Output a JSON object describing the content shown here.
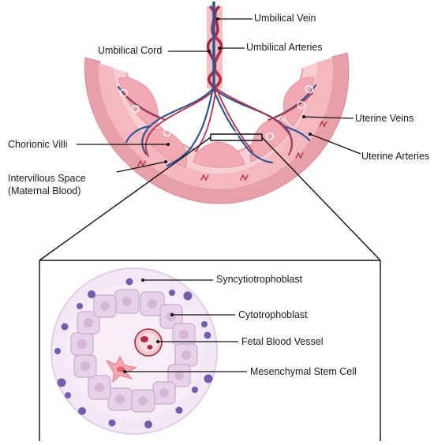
{
  "placenta_labels": {
    "umbilical_vein": "Umbilical Vein",
    "umbilical_cord": "Umbilical Cord",
    "umbilical_arteries": "Umbilical Arteries",
    "uterine_veins": "Uterine Veins",
    "uterine_arteries": "Uterine Arteries",
    "chorionic_villi": "Chorionic Villi",
    "intervillous_space_line1": "Intervillous Space",
    "intervillous_space_line2": "(Maternal Blood)"
  },
  "villus_labels": {
    "syncytiotrophoblast": "Syncytiotrophoblast",
    "cytotrophoblast": "Cytotrophoblast",
    "fetal_blood_vessel": "Fetal Blood Vessel",
    "mesenchymal_stem_cell": "Mesenchymal Stem Cell"
  },
  "colors": {
    "outer_wall": "#e79aa3",
    "inner_wall": "#f7c9cc",
    "tissue": "#f4b4bb",
    "vein_blue": "#2f5597",
    "artery_red": "#b8334a",
    "cell_fill": "#e6d2e6",
    "cell_stroke": "#c9a7cb",
    "nucleus": "#d7b8d8",
    "syncytio_ring": "#f1e6f4",
    "purple_dot": "#6f5fb0"
  }
}
